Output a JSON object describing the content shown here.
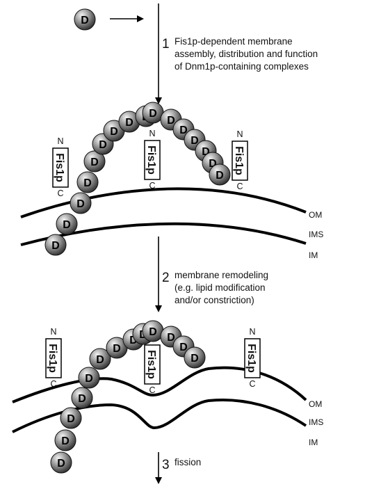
{
  "protein_label": "D",
  "receptor": {
    "label": "Fis1p",
    "n_terminus": "N",
    "c_terminus": "C"
  },
  "compartments": {
    "outer_membrane": "OM",
    "intermembrane_space": "IMS",
    "inner_membrane": "IM"
  },
  "steps": [
    {
      "number": "1",
      "lines": [
        "Fis1p-dependent membrane",
        "assembly, distribution and function",
        "of Dnm1p-containing complexes"
      ]
    },
    {
      "number": "2",
      "lines": [
        "membrane remodeling",
        "(e.g. lipid modification",
        "and/or constriction)"
      ]
    },
    {
      "number": "3",
      "lines": [
        "fission"
      ]
    }
  ],
  "colors": {
    "ink": "#000000",
    "sphere_highlight": "#f4f4f4",
    "sphere_mid": "#9a9a9a",
    "sphere_shadow": "#2a2a2a"
  }
}
